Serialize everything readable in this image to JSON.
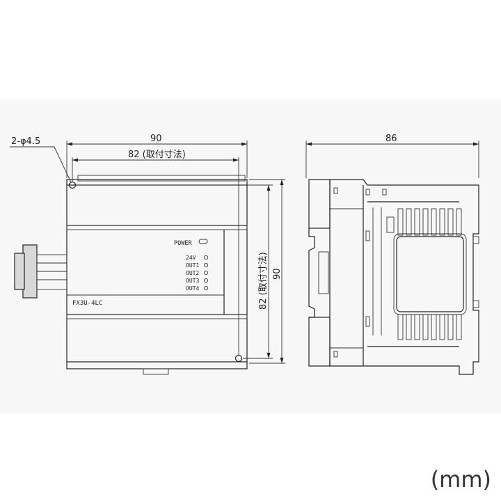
{
  "dimensions": {
    "hole_callout": "2-φ4.5",
    "front_width": "90",
    "mount_width": "82 (取付寸法)",
    "mount_height": "82 (取付寸法)",
    "front_height": "90",
    "side_depth": "86"
  },
  "panel": {
    "power_label": "POWER",
    "leds": [
      "24V",
      "OUT1",
      "OUT2",
      "OUT3",
      "OUT4"
    ],
    "model": "FX3U-4LC"
  },
  "unit_label": "(mm)"
}
